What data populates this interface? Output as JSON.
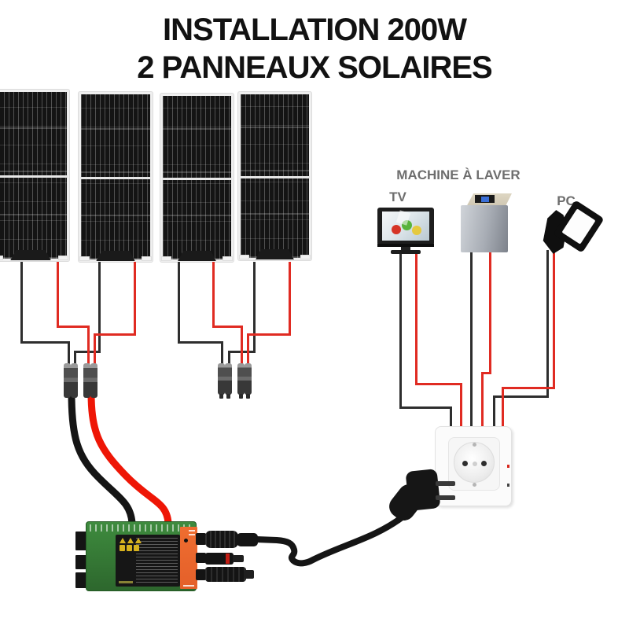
{
  "title": {
    "line1": "INSTALLATION 200W",
    "line2": "2 PANNEAUX SOLAIRES"
  },
  "labels": {
    "tv": "TV",
    "washing_machine": "MACHINE À LAVER",
    "pc": "PC"
  },
  "system": {
    "power": "200W",
    "panel_count": 4
  },
  "icons": [
    "solar-panel",
    "tv-icon",
    "washing-machine-icon",
    "pc-icon",
    "power-outlet-icon",
    "power-plug-icon",
    "micro-inverter-icon",
    "mc4-connector-icon",
    "warning-icon"
  ],
  "colors": {
    "wire_black": "#2e2e2e",
    "wire_red": "#e02b22",
    "cable_black": "#151515",
    "cable_red": "#ee1606",
    "inverter_green": "#3e8b3e",
    "inverter_orange": "#e4602a",
    "title_text": "#121212",
    "label_text": "#6e6e6e"
  }
}
